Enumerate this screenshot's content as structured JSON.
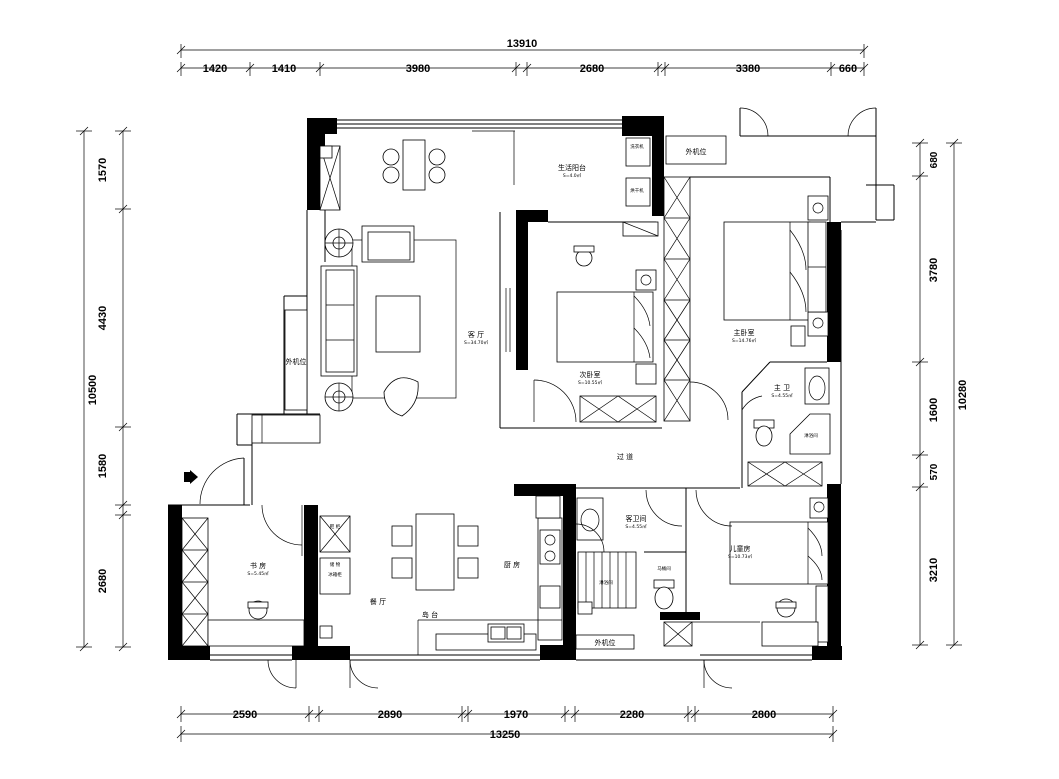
{
  "plan": {
    "top_total": "13910",
    "top_dims": [
      "1420",
      "1410",
      "3980",
      "2680",
      "3380",
      "660"
    ],
    "bottom_total": "13250",
    "bottom_dims": [
      "2590",
      "2890",
      "1970",
      "2280",
      "2800"
    ],
    "left_total": "10500",
    "left_dims": [
      "1570",
      "4430",
      "1580",
      "2680"
    ],
    "right_total": "10280",
    "right_dims": [
      "680",
      "3780",
      "1600",
      "570",
      "3210"
    ]
  },
  "rooms": {
    "living": {
      "name": "客 厅",
      "area": "S=34.70㎡"
    },
    "dining": {
      "name": "餐 厅"
    },
    "corridor": {
      "name": "过 道"
    },
    "kitchen": {
      "name": "厨 房"
    },
    "island": {
      "name": "岛 台"
    },
    "balcony": {
      "name": "生活阳台",
      "area": "S=4.0㎡"
    },
    "bedroom2": {
      "name": "次卧室",
      "area": "S=10.55㎡"
    },
    "master": {
      "name": "主卧室",
      "area": "S=14.76㎡"
    },
    "master_bath": {
      "name": "主 卫",
      "area": "S=4.55㎡"
    },
    "shower": {
      "name": "淋浴间"
    },
    "guest_bath": {
      "name": "客卫间",
      "area": "S=4.55㎡"
    },
    "shower2": {
      "name": "淋浴间"
    },
    "toilet_room": {
      "name": "马桶间"
    },
    "kids": {
      "name": "儿童房",
      "area": "S=10.73㎡"
    },
    "study": {
      "name": "书 房",
      "area": "S=5.45㎡"
    },
    "aircon": "外机位",
    "laundry1": "洗衣机",
    "laundry2": "烘干机",
    "shoe": "鞋 柜",
    "storage": "储 物",
    "fridge": "冰箱柜"
  },
  "icons": {
    "entrance": "entrance-arrow-icon"
  }
}
